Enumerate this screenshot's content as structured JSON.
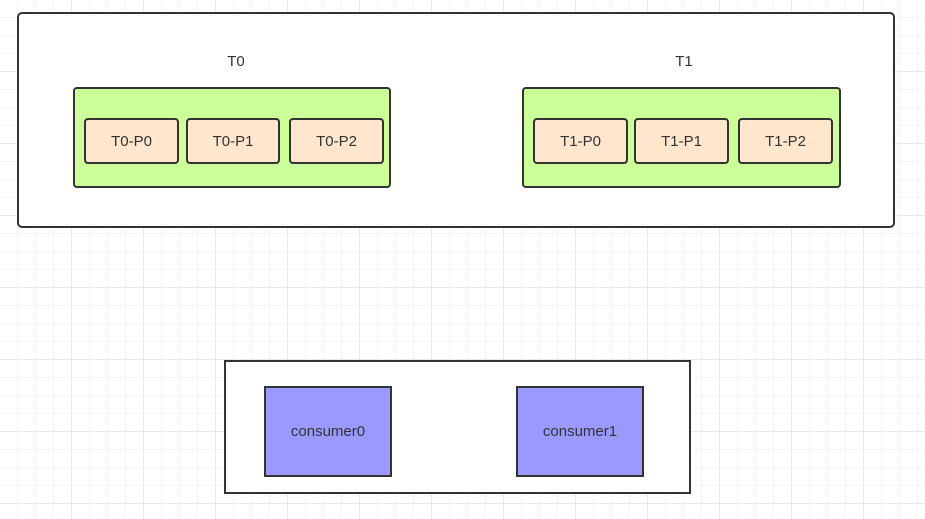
{
  "topics": [
    {
      "label": "T0",
      "partitions": [
        "T0-P0",
        "T0-P1",
        "T0-P2"
      ]
    },
    {
      "label": "T1",
      "partitions": [
        "T1-P0",
        "T1-P1",
        "T1-P2"
      ]
    }
  ],
  "consumers": [
    "consumer0",
    "consumer1"
  ],
  "colors": {
    "topic_fill": "#ccff99",
    "partition_fill": "#ffe6cc",
    "consumer_fill": "#9999ff",
    "stroke": "#333333"
  }
}
